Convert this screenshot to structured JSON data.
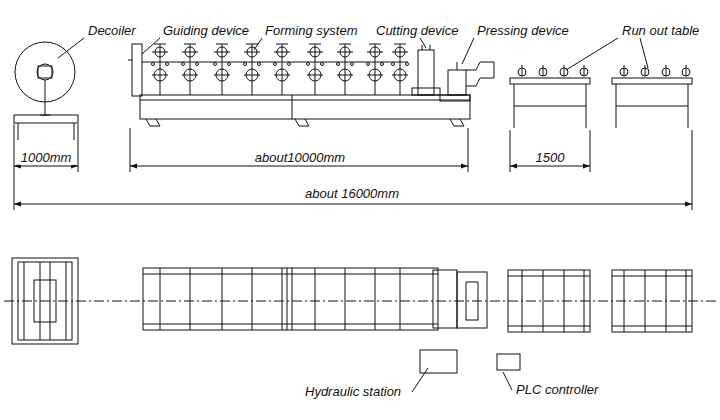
{
  "diagram": {
    "labels": [
      "Decoiler",
      "Guiding device",
      "Forming system",
      "Cutting device",
      "Pressing device",
      "Run out table",
      "1000mm",
      "about10000mm",
      "1500",
      "about 16000mm",
      "Hydraulic station",
      "PLC controller"
    ]
  }
}
